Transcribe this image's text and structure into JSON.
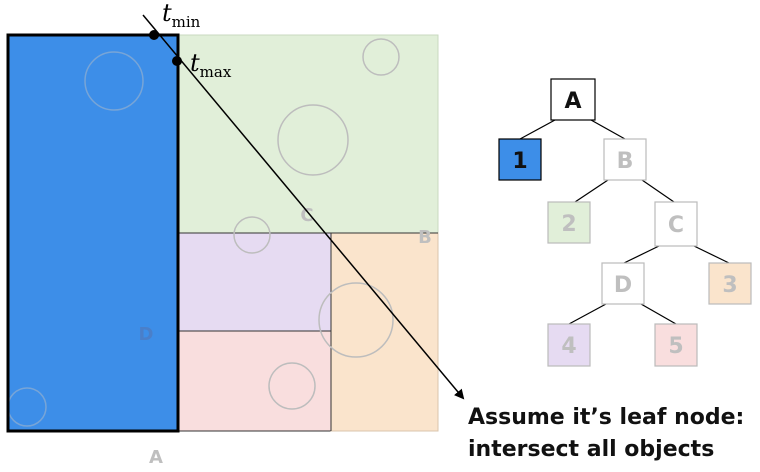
{
  "colors": {
    "leaf_1": "#3d8ee8",
    "leaf_2": "#e1efd9",
    "leaf_3": "#fae4cc",
    "leaf_4": "#e6dbf2",
    "leaf_5": "#f9dede",
    "active_text": "#111111",
    "inactive_text": "#bfbfbf",
    "dim_node_border": "#bbbbbb",
    "ray": "#000000"
  },
  "scene": {
    "region_labels": {
      "a": "A",
      "b": "B",
      "c": "C",
      "d": "D"
    },
    "ray": {
      "t_min_label": "t",
      "t_min_sub": "min",
      "t_max_label": "t",
      "t_max_sub": "max"
    }
  },
  "tree": {
    "nodes": {
      "a": {
        "label": "A",
        "state": "active"
      },
      "leaf1": {
        "label": "1",
        "state": "hit-leaf"
      },
      "b": {
        "label": "B",
        "state": "inactive"
      },
      "leaf2": {
        "label": "2",
        "state": "inactive"
      },
      "c": {
        "label": "C",
        "state": "inactive"
      },
      "d": {
        "label": "D",
        "state": "inactive"
      },
      "leaf3": {
        "label": "3",
        "state": "inactive"
      },
      "leaf4": {
        "label": "4",
        "state": "inactive"
      },
      "leaf5": {
        "label": "5",
        "state": "inactive"
      }
    }
  },
  "caption": {
    "line1": "Assume it’s leaf node:",
    "line2": "intersect all objects"
  }
}
